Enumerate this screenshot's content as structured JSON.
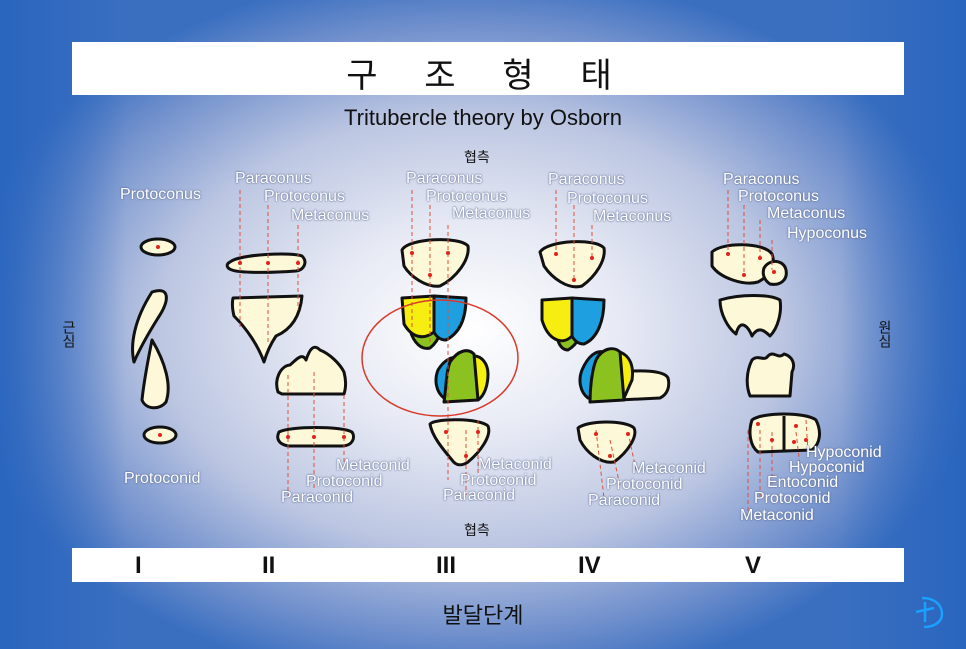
{
  "title": "구 조 형 태",
  "subtitle": "Tritubercle theory by Osborn",
  "orientation": {
    "top": "협측",
    "bottom": "협측",
    "left": "근심",
    "right": "원심"
  },
  "stages": {
    "I": {
      "numeral": "I",
      "upper_labels": [
        "Protoconus"
      ],
      "lower_labels": [
        "Protoconid"
      ]
    },
    "II": {
      "numeral": "II",
      "upper_labels": [
        "Paraconus",
        "Protoconus",
        "Metaconus"
      ],
      "lower_labels": [
        "Metaconid",
        "Protoconid",
        "Paraconid"
      ]
    },
    "III": {
      "numeral": "III",
      "upper_labels": [
        "Paraconus",
        "Protoconus",
        "Metaconus"
      ],
      "lower_labels": [
        "Metaconid",
        "Protoconid",
        "Paraconid"
      ]
    },
    "IV": {
      "numeral": "IV",
      "upper_labels": [
        "Paraconus",
        "Protoconus",
        "Metaconus"
      ],
      "lower_labels": [
        "Metaconid",
        "Protoconid",
        "Paraconid"
      ]
    },
    "V": {
      "numeral": "V",
      "upper_labels": [
        "Paraconus",
        "Protoconus",
        "Metaconus",
        "Hypoconus"
      ],
      "lower_labels": [
        "Hypoconid",
        "Hypoconid",
        "Entoconid",
        "Protoconid",
        "Metaconid"
      ]
    }
  },
  "footer": "발달단계",
  "colors": {
    "tooth_fill": "#fdf8d8",
    "yellow_cusp": "#f5ee10",
    "blue_cusp": "#1d9fe0",
    "green_cusp": "#8cc21f",
    "highlight_circle": "#d83a2a",
    "guide_line": "#e0503a",
    "cusp_dot": "#e2231a"
  },
  "icons": [
    "logo-icon"
  ]
}
